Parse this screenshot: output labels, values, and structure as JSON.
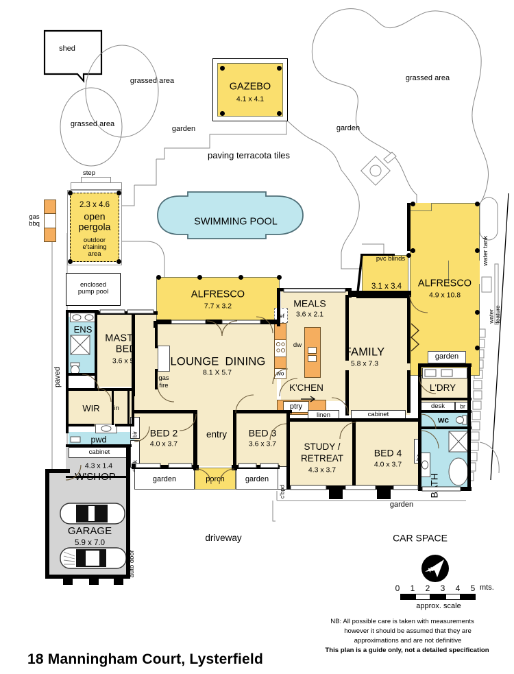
{
  "address": "18 Manningham Court, Lysterfield",
  "outdoor": {
    "shed": "shed",
    "grassed_left_upper": "grassed area",
    "grassed_left_lower": "grassed area",
    "grassed_right": "grassed area",
    "garden_top_left": "garden",
    "garden_top_right": "garden",
    "paving": "paving terracota tiles",
    "garden_mid_right": "garden",
    "step": "step",
    "gas_bbq": "gas\nbbq",
    "paved": "paved",
    "enclosed_pump_pool": "enclosed\npump pool",
    "driveway": "driveway",
    "car_space": "CAR SPACE",
    "garden_bed2": "garden",
    "garden_bed3": "garden",
    "garden_bottom_right": "garden",
    "water_tank": "water tank",
    "water_feature": "water\nfeature",
    "garden_ldry": "garden",
    "garden_alfresco_right": "garden"
  },
  "structures": {
    "gazebo": {
      "name": "GAZEBO",
      "dims": "4.1 x 4.1"
    },
    "pergola": {
      "dims": "2.3 x 4.6",
      "name": "open\npergola",
      "sub": "outdoor\ne'taining\narea"
    },
    "pool": {
      "name": "SWIMMING POOL"
    },
    "alfresco_left": {
      "name": "ALFRESCO",
      "dims": "7.7 x 3.2"
    },
    "alfresco_right": {
      "name": "ALFRESCO",
      "dims": "4.9 x 10.8"
    },
    "porch": {
      "name": "porch"
    },
    "garage": {
      "name": "GARAGE",
      "dims": "5.9 x 7.0"
    },
    "workshop": {
      "name": "W'SHOP",
      "dims": "4.3 x 1.4"
    },
    "undercover": {
      "dims": "3.1 x 3.4"
    }
  },
  "rooms": [
    {
      "name": "MASTER\nBED",
      "dims": "3.6 x 5.4"
    },
    {
      "name": "LOUNGE",
      "dims": ""
    },
    {
      "name": "DINING",
      "dims": "8.1 X 5.7"
    },
    {
      "name": "MEALS",
      "dims": "3.6 x 2.1"
    },
    {
      "name": "FAMILY",
      "dims": "5.8 x 7.3"
    },
    {
      "name": "K'CHEN",
      "dims": ""
    },
    {
      "name": "BED 2",
      "dims": "4.0 x 3.7"
    },
    {
      "name": "BED 3",
      "dims": "3.6 x 3.7"
    },
    {
      "name": "BED 4",
      "dims": "4.0 x 3.7"
    },
    {
      "name": "STUDY /\nRETREAT",
      "dims": "4.3 x 3.7"
    },
    {
      "name": "ENS",
      "dims": ""
    },
    {
      "name": "BATH",
      "dims": ""
    },
    {
      "name": "L'DRY",
      "dims": ""
    },
    {
      "name": "WIR",
      "dims": ""
    },
    {
      "name": "entry",
      "dims": ""
    }
  ],
  "labels": {
    "ens": "ENS",
    "master_bed": "MASTER",
    "master_bed2": "BED",
    "master_dim": "3.6 x 5.4",
    "wir": "WIR",
    "lin_wir": "lin",
    "pwd": "pwd",
    "cabinet_wshop": "cabinet",
    "wshop_dim": "4.3 x 1.4",
    "wshop": "W'SHOP",
    "garage": "GARAGE",
    "garage_dim": "5.9 x 7.0",
    "auto_door": "auto door",
    "lounge": "LOUNGE",
    "dining": "DINING",
    "lounge_dim": "8.1 X 5.7",
    "gas_fire": "gas\nfire",
    "bed2": "BED 2",
    "bed2_dim": "4.0 x 3.7",
    "bir_bed2": "bir",
    "desk_bed2": "desk",
    "entry": "entry",
    "bed3": "BED 3",
    "bed3_dim": "3.6 x 3.7",
    "bir_bed3": "bir",
    "cbpd": "c'bpd",
    "study": "STUDY /",
    "retreat": "RETREAT",
    "study_dim": "4.3 x 3.7",
    "bed4": "BED 4",
    "bed4_dim": "4.0 x 3.7",
    "bir_bed4": "bir",
    "meals": "MEALS",
    "meals_dim": "3.6 x 2.1",
    "ref": "ref",
    "dw": "dw",
    "wo": "wo",
    "kchen": "K'CHEN",
    "ptry": "ptry",
    "linen": "linen",
    "cabinet_family": "cabinet",
    "family": "FAMILY",
    "family_dim": "5.8 x 7.3",
    "bifold_h": "bi-fold door",
    "bifold_v": "bi-fold door",
    "pvc_blinds": "pvc blinds",
    "undercover_dim": "3.1 x 3.4",
    "ldry": "L'DRY",
    "desk_ldry": "desk",
    "br_ldry": "br",
    "wc": "wc",
    "bath": "BATH"
  },
  "scale": {
    "ticks": [
      "0",
      "1",
      "2",
      "3",
      "4",
      "5"
    ],
    "unit": "mts.",
    "caption": "approx. scale",
    "compass": "north-arrow-icon"
  },
  "disclaimer": {
    "line1": "NB:  All possible care is taken with measurements",
    "line2": "however it should be assumed that they are",
    "line3": "approximations and are not definitive",
    "line4": "This plan is a guide only, not a detailed specification"
  },
  "colors": {
    "yellow": "#fadf6e",
    "cream": "#f6ebc9",
    "blue": "#b9e4ec",
    "pool": "#bfe7ee",
    "grey": "#d4d4d4",
    "orange": "#f5ae5f",
    "wall": "#000000"
  }
}
